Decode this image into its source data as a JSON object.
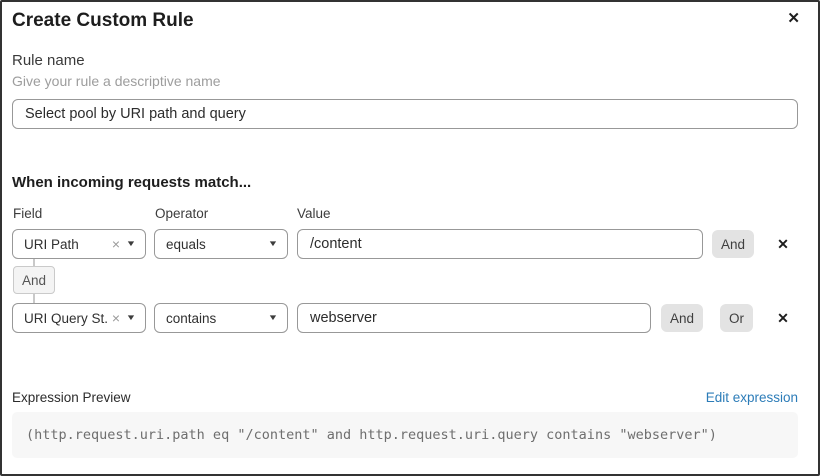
{
  "colors": {
    "link_blue": "#2c7cb8",
    "button_gray": "#e3e3e3",
    "input_border": "#989898",
    "code_bg": "#f7f7f7"
  },
  "dialog": {
    "title": "Create Custom Rule"
  },
  "icons": {
    "close": "✕",
    "clear": "×",
    "caret": "▼",
    "remove_row": "✕"
  },
  "rule_name": {
    "label": "Rule name",
    "helper": "Give your rule a descriptive name",
    "value": "Select pool by URI path and query"
  },
  "match": {
    "heading": "When incoming requests match...",
    "columns": {
      "field": "Field",
      "operator": "Operator",
      "value": "Value"
    },
    "connector_label": "And",
    "rows": [
      {
        "field": "URI Path",
        "operator": "equals",
        "value": "/content",
        "and_label": "And"
      },
      {
        "field": "URI Query St...",
        "operator": "contains",
        "value": "webserver",
        "and_label": "And",
        "or_label": "Or"
      }
    ]
  },
  "expression": {
    "label": "Expression Preview",
    "edit_link": "Edit expression",
    "code": "(http.request.uri.path eq \"/content\" and http.request.uri.query contains \"webserver\")"
  }
}
